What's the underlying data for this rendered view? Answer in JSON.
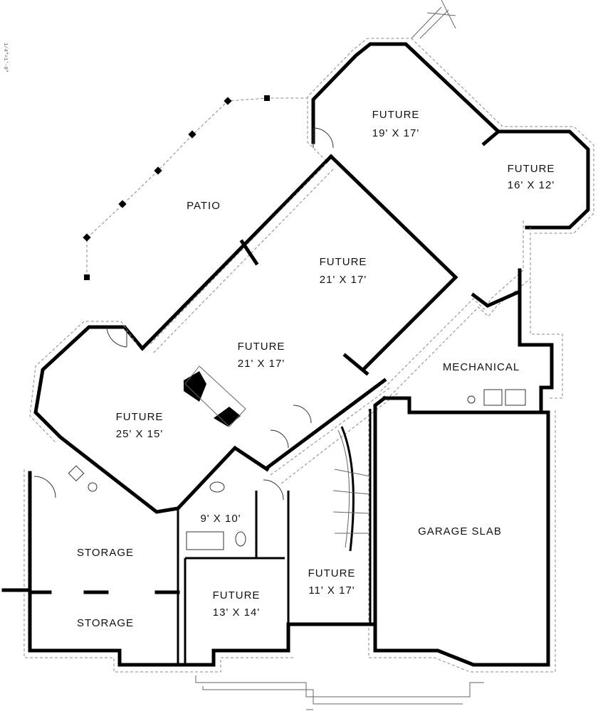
{
  "plan": {
    "scale_note": "1/4\"=1'-0\"",
    "rooms": {
      "future_19x17": {
        "name": "FUTURE",
        "size": "19' X 17'"
      },
      "future_16x12": {
        "name": "FUTURE",
        "size": "16' X 12'"
      },
      "patio": {
        "name": "PATIO"
      },
      "future_21x17_upper": {
        "name": "FUTURE",
        "size": "21' X 17'"
      },
      "future_21x17_lower": {
        "name": "FUTURE",
        "size": "21' X 17'"
      },
      "mechanical": {
        "name": "MECHANICAL"
      },
      "future_25x15": {
        "name": "FUTURE",
        "size": "25' X 15'"
      },
      "bath": {
        "size": "9' X 10'"
      },
      "garage": {
        "name": "GARAGE SLAB"
      },
      "storage_upper": {
        "name": "STORAGE"
      },
      "storage_lower": {
        "name": "STORAGE"
      },
      "future_11x17": {
        "name": "FUTURE",
        "size": "11' X 17'"
      },
      "future_13x14": {
        "name": "FUTURE",
        "size": "13' X 14'"
      }
    }
  }
}
